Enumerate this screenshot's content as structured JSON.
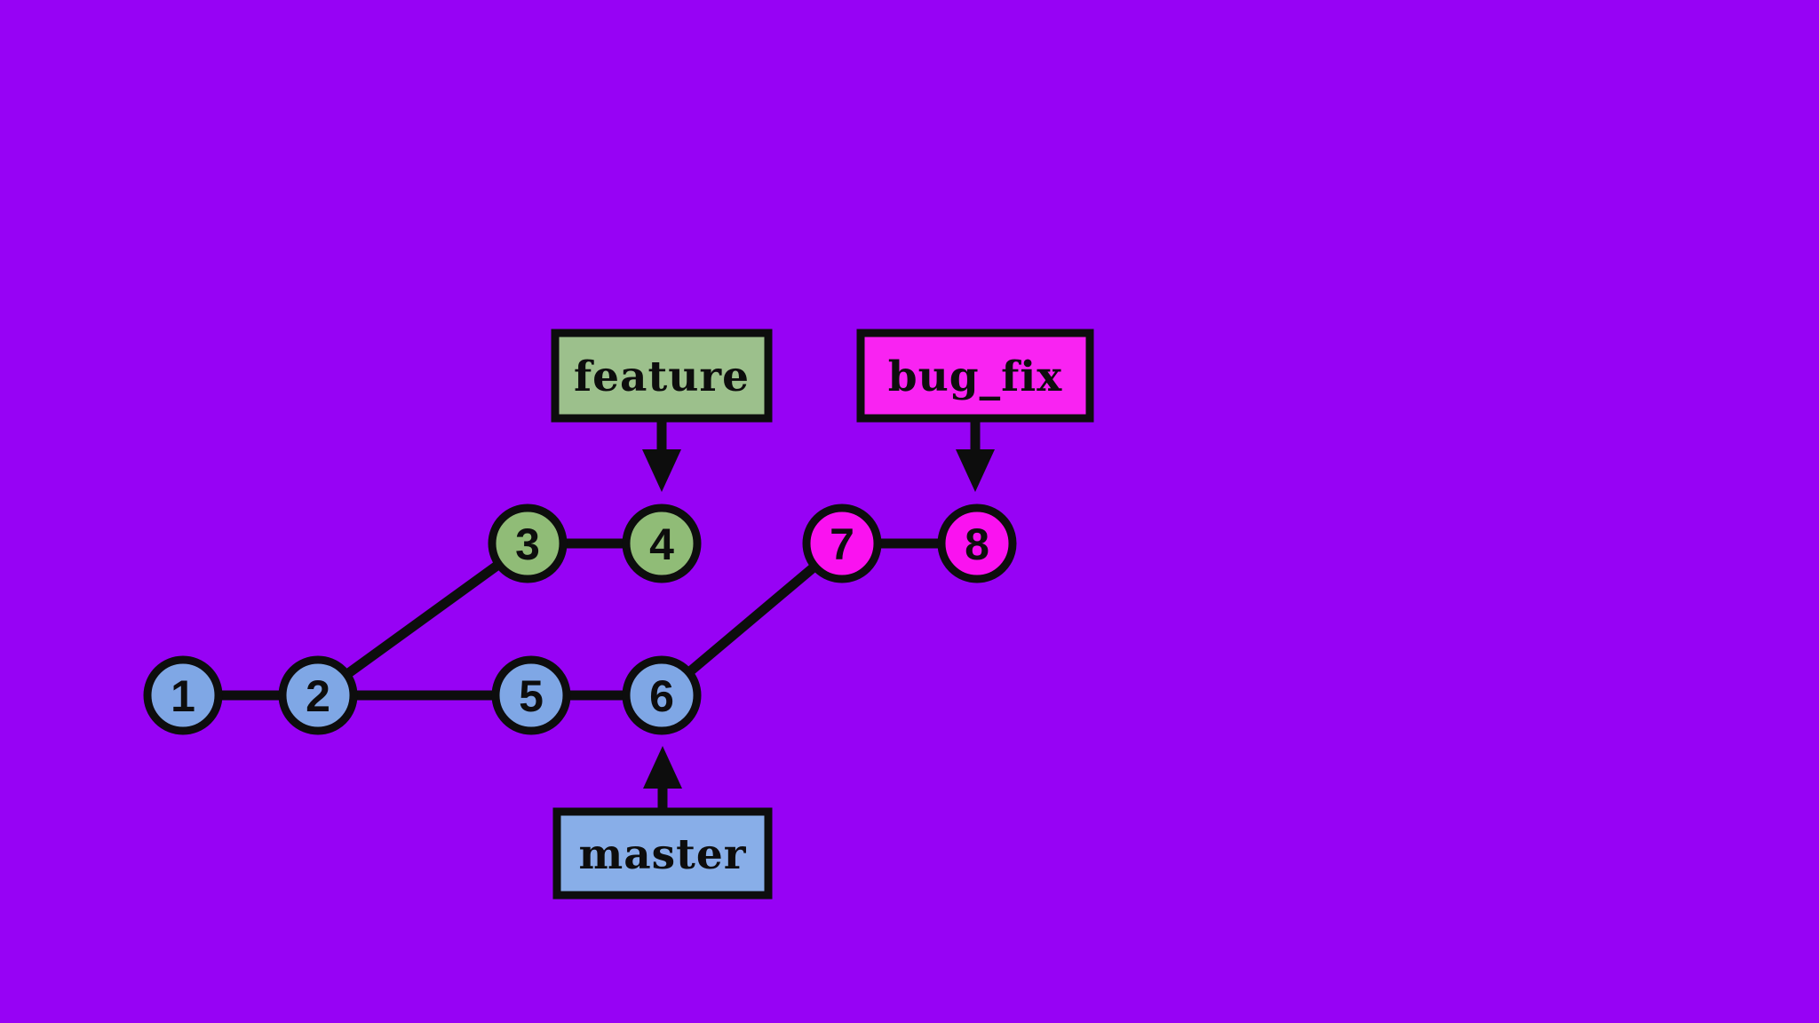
{
  "background_color": "#9702F5",
  "line_color": "#0d0d0d",
  "nodes": [
    {
      "label": "1",
      "fill": "#7FA7E5",
      "branch": "master"
    },
    {
      "label": "2",
      "fill": "#7FA7E5",
      "branch": "master"
    },
    {
      "label": "3",
      "fill": "#90BC77",
      "branch": "feature"
    },
    {
      "label": "4",
      "fill": "#90BC77",
      "branch": "feature"
    },
    {
      "label": "5",
      "fill": "#7FA7E5",
      "branch": "master"
    },
    {
      "label": "6",
      "fill": "#7FA7E5",
      "branch": "master"
    },
    {
      "label": "7",
      "fill": "#FA12F0",
      "branch": "bug_fix"
    },
    {
      "label": "8",
      "fill": "#FA12F0",
      "branch": "bug_fix"
    }
  ],
  "edges": [
    "1-2",
    "2-3",
    "3-4",
    "2-5",
    "5-6",
    "6-7",
    "7-8"
  ],
  "branch_labels": [
    {
      "text": "feature",
      "fill": "#9CC08C",
      "points_to_node": "4",
      "arrow_direction": "down"
    },
    {
      "text": "bug_fix",
      "fill": "#F923F2",
      "points_to_node": "8",
      "arrow_direction": "down"
    },
    {
      "text": "master",
      "fill": "#88AEE8",
      "points_to_node": "6",
      "arrow_direction": "up"
    }
  ]
}
